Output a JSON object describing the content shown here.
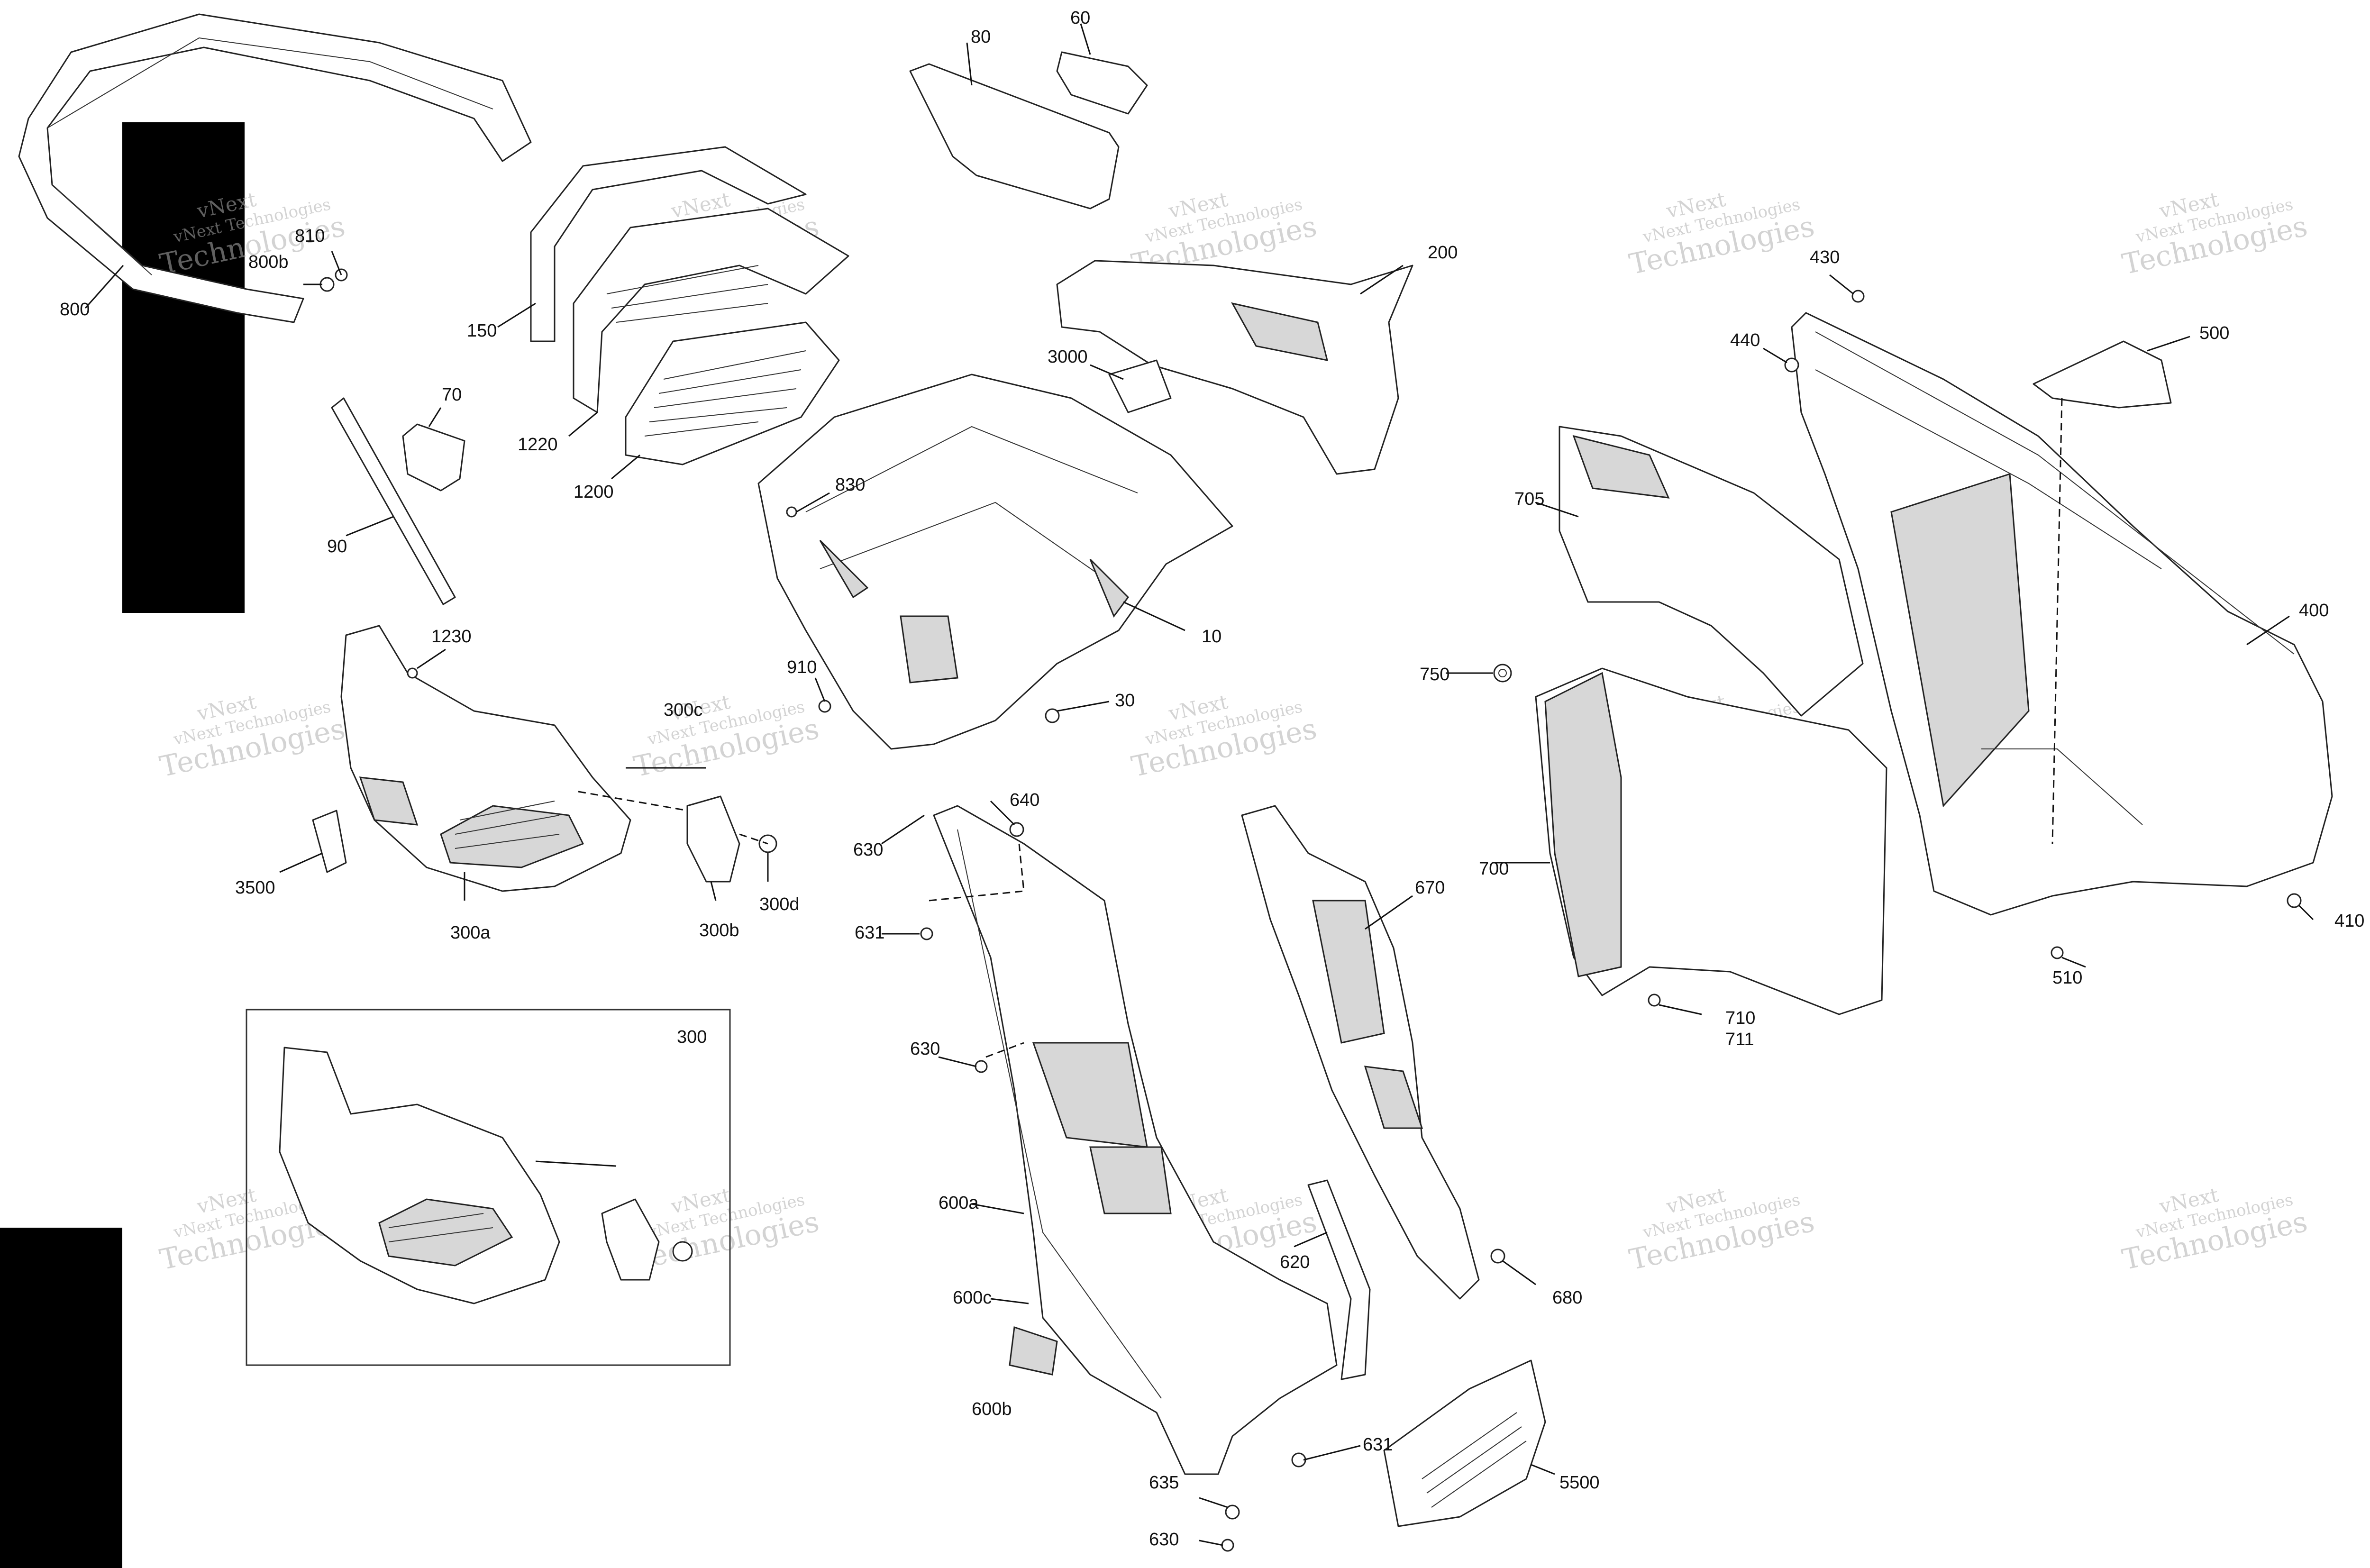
{
  "callouts": {
    "c800": "800",
    "c800b": "800b",
    "c810": "810",
    "c150": "150",
    "c1220": "1220",
    "c1200": "1200",
    "c80": "80",
    "c60": "60",
    "c70": "70",
    "c90": "90",
    "c200": "200",
    "c3000": "3000",
    "c830": "830",
    "c10": "10",
    "c910": "910",
    "c30": "30",
    "c1230": "1230",
    "c300c": "300c",
    "c3500": "3500",
    "c300a": "300a",
    "c300b": "300b",
    "c300d": "300d",
    "c300": "300",
    "c640": "640",
    "c630a": "630",
    "c631a": "631",
    "c630b": "630",
    "c600a": "600a",
    "c600c": "600c",
    "c600b": "600b",
    "c631b": "631",
    "c635": "635",
    "c630c": "630",
    "c670": "670",
    "c620": "620",
    "c680": "680",
    "c5500": "5500",
    "c430": "430",
    "c440": "440",
    "c500": "500",
    "c705": "705",
    "c400": "400",
    "c750": "750",
    "c700": "700",
    "c710": "710",
    "c711": "711",
    "c510": "510",
    "c410": "410"
  },
  "watermark": {
    "brand": "vNext",
    "line": "vNext Technologies",
    "word": "Technologies"
  }
}
